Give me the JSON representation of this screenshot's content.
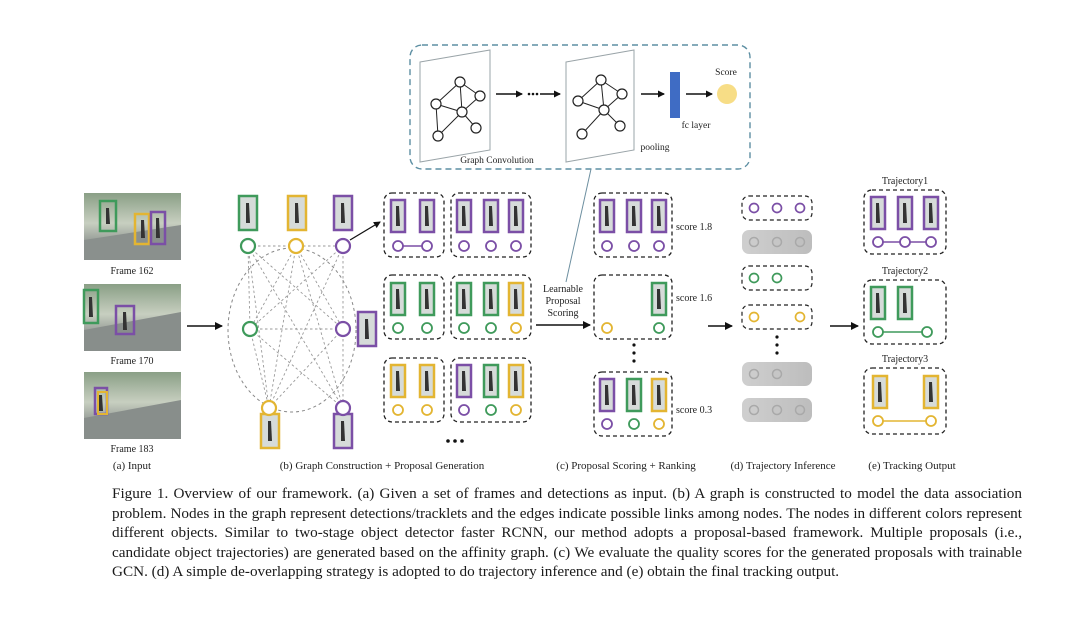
{
  "labels": {
    "frame_a": "Frame 162",
    "frame_b": "Frame 170",
    "frame_c": "Frame 183",
    "graph_convolution": "Graph Convolution",
    "pooling": "pooling",
    "fc_layer": "fc layer",
    "score": "Score",
    "learnable_line1": "Learnable",
    "learnable_line2": "Proposal",
    "learnable_line3": "Scoring",
    "score_a": "score 1.8",
    "score_b": "score 1.6",
    "score_c": "score 0.3",
    "trajectory1": "Trajectory1",
    "trajectory2": "Trajectory2",
    "trajectory3": "Trajectory3",
    "stage_a": "(a) Input",
    "stage_b": "(b) Graph Construction + Proposal Generation",
    "stage_c": "(c) Proposal Scoring + Ranking",
    "stage_d": "(d) Trajectory Inference",
    "stage_e": "(e) Tracking Output"
  },
  "caption": "Figure 1. Overview of our framework. (a) Given a set of frames and detections as input. (b) A graph is constructed to model the data association problem. Nodes in the graph represent detections/tracklets and the edges indicate possible links among nodes. The nodes in different colors represent different objects. Similar to two-stage object detector faster RCNN, our method adopts a proposal-based framework. Multiple proposals (i.e., candidate object trajectories) are generated based on the affinity graph. (c) We evaluate the quality scores for the generated proposals with trainable GCN. (d) A simple de-overlapping strategy is adopted to do trajectory inference and (e) obtain the final tracking output.",
  "colors": {
    "purple": "#7b4fa6",
    "green": "#3f9a5b",
    "yellow": "#e3b532",
    "fc_layer": "#3f6cc4",
    "score_circle": "#f7dd86",
    "inset_border": "#5d8fa3",
    "grey": "#c8c8c8"
  }
}
